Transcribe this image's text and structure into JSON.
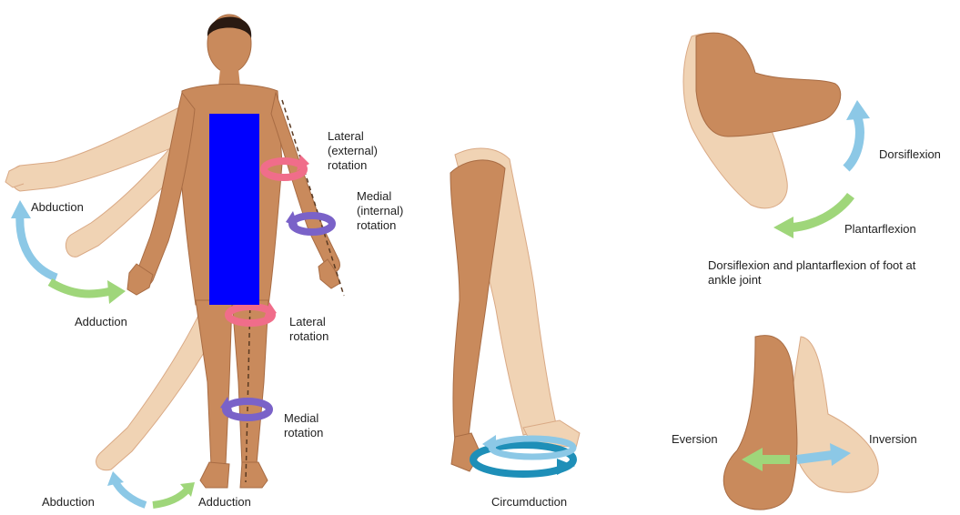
{
  "colors": {
    "skin_main": "#c98a5c",
    "skin_ghost": "#f0d3b4",
    "skin_shadow": "#a86c44",
    "hair": "#2a1a12",
    "arrow_blue": "#8cc8e6",
    "arrow_green": "#9fd67a",
    "arrow_pink": "#f06d8a",
    "arrow_purple": "#7a62c8",
    "arrow_teal": "#1e8fb8",
    "redaction": "#0000ff"
  },
  "labels": {
    "abduction_arm": "Abduction",
    "adduction_arm": "Adduction",
    "lateral_arm": "Lateral (external) rotation",
    "medial_arm": "Medial (internal) rotation",
    "lateral_leg": "Lateral rotation",
    "medial_leg": "Medial rotation",
    "abduction_leg": "Abduction",
    "adduction_leg": "Adduction",
    "circumduction": "Circumduction",
    "dorsiflexion": "Dorsiflexion",
    "plantarflexion": "Plantarflexion",
    "ankle_caption": "Dorsiflexion and plantarflexion of foot at ankle joint",
    "eversion": "Eversion",
    "inversion": "Inversion"
  }
}
